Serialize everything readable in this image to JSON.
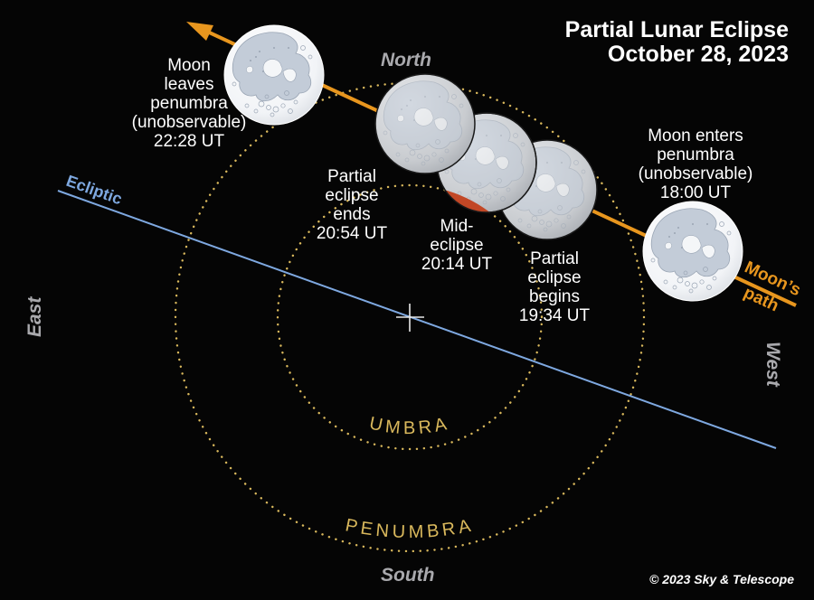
{
  "title": {
    "line1": "Partial Lunar Eclipse",
    "line2": "October 28, 2023"
  },
  "directions": {
    "north": "North",
    "south": "South",
    "east": "East",
    "west": "West"
  },
  "regions": {
    "umbra": "UMBRA",
    "penumbra": "PENUMBRA"
  },
  "ecliptic": {
    "label": "Ecliptic",
    "color": "#7ea8e0"
  },
  "moon_path": {
    "label_line1": "Moon’s",
    "label_line2": "path",
    "color": "#e8961e"
  },
  "events": [
    {
      "id": "enters-penumbra",
      "lines": [
        "Moon enters",
        "penumbra",
        "(unobservable)",
        "18:00 UT"
      ]
    },
    {
      "id": "partial-begins",
      "lines": [
        "Partial",
        "eclipse",
        "begins",
        "19:34 UT"
      ]
    },
    {
      "id": "mid-eclipse",
      "lines": [
        "Mid-",
        "eclipse",
        "20:14 UT"
      ]
    },
    {
      "id": "partial-ends",
      "lines": [
        "Partial",
        "eclipse",
        "ends",
        "20:54 UT"
      ]
    },
    {
      "id": "leaves-penumbra",
      "lines": [
        "Moon",
        "leaves",
        "penumbra",
        "(unobservable)",
        "22:28 UT"
      ]
    }
  ],
  "colors": {
    "background": "#050505",
    "shadow_outline": "#d9b85c",
    "umbral_shadow_on_moon": "#c2401c",
    "direction_text": "#a9a9ad",
    "region_text": "#d9b85c"
  },
  "copyright": "© 2023 Sky & Telescope"
}
